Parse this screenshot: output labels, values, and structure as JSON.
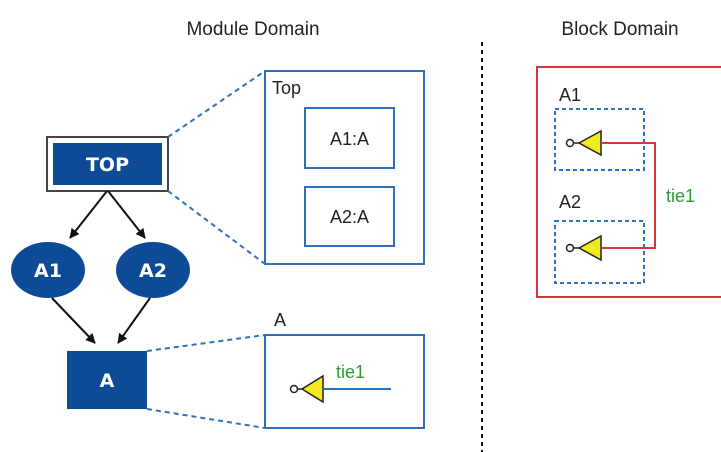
{
  "titles": {
    "module_domain": "Module Domain",
    "block_domain": "Block Domain"
  },
  "tree": {
    "top": "TOP",
    "a1": "A1",
    "a2": "A2",
    "a": "A"
  },
  "top_detail": {
    "label": "Top",
    "inst1": "A1:A",
    "inst2": "A2:A"
  },
  "a_detail": {
    "label": "A",
    "tie": "tie1"
  },
  "block": {
    "a1": "A1",
    "a2": "A2",
    "tie": "tie1"
  },
  "colors": {
    "navy": "#0d4b96",
    "frame": "#2f6fc0",
    "red": "#d9343b",
    "green": "#2e9a35",
    "yellow": "#f2ea1f"
  }
}
